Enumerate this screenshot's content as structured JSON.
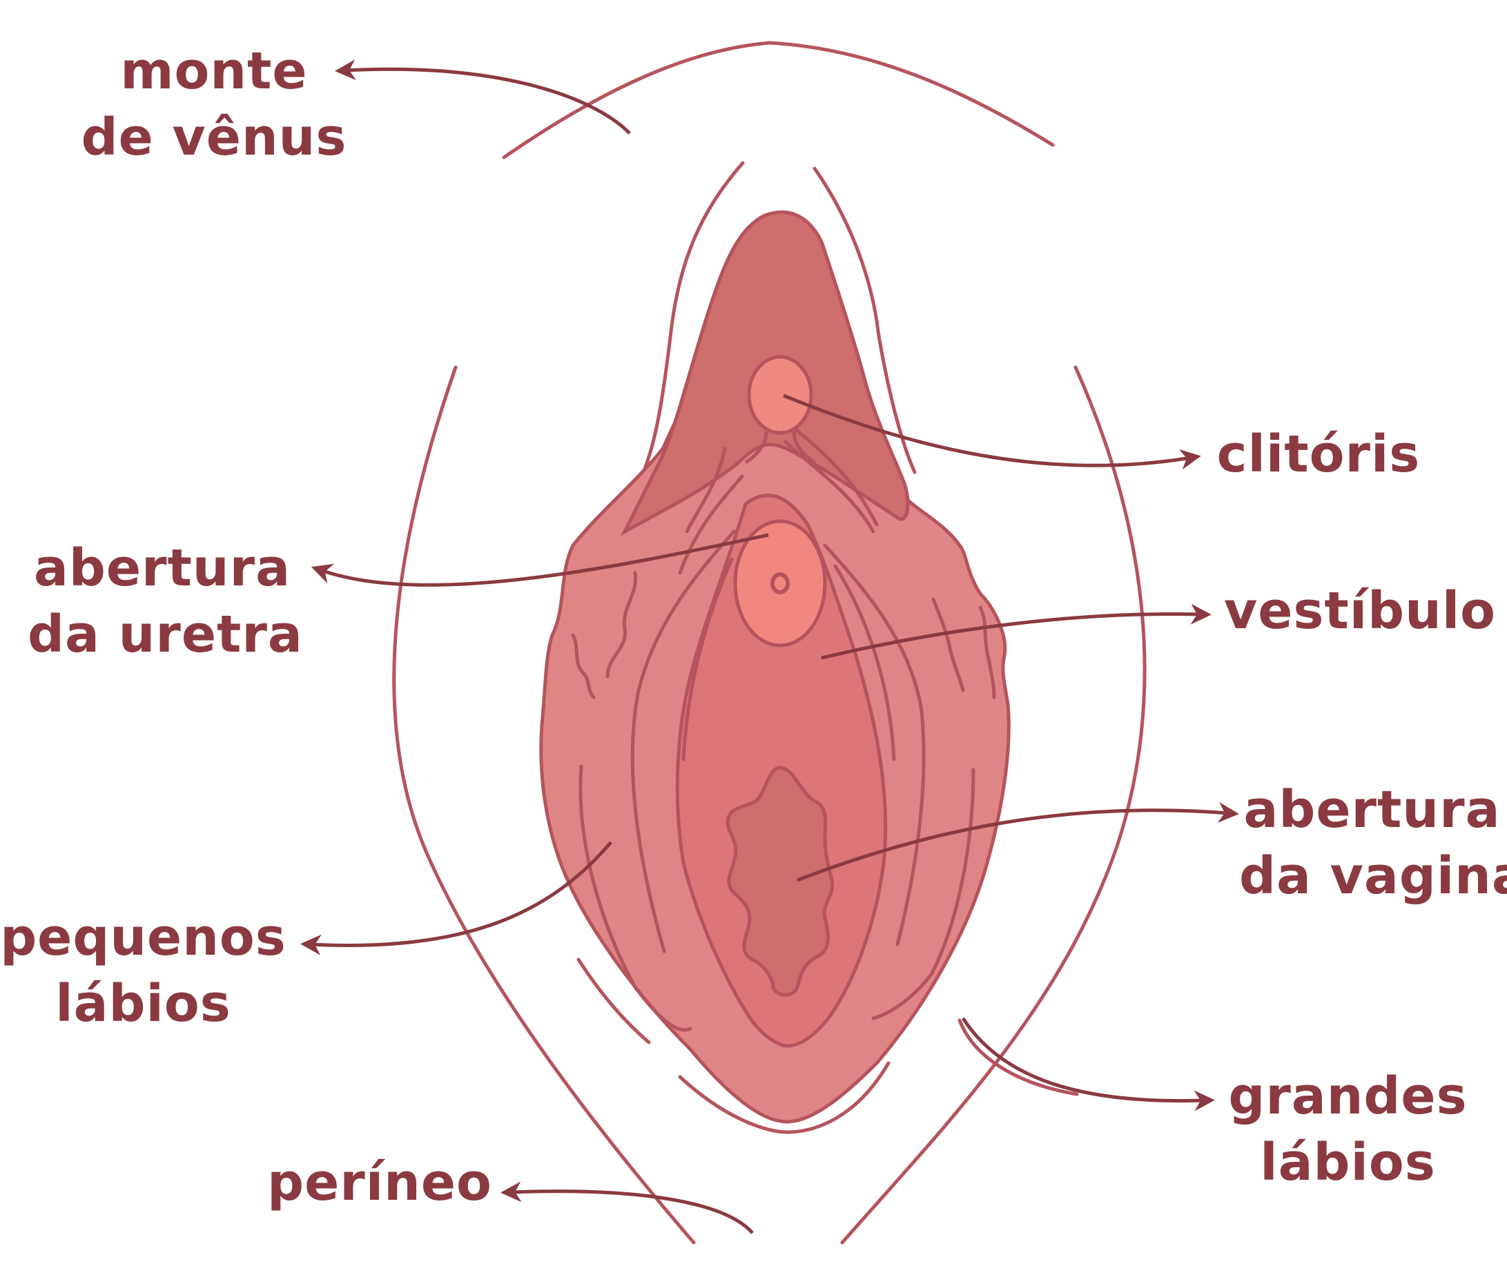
{
  "colors": {
    "outline": "#b5545c",
    "label_text": "#8a3a40",
    "arrow": "#8a3a40",
    "inner_dark": "#cd6d6c",
    "vestibule": "#dc7677",
    "labia_minora": "#e08585",
    "clitoris_fill": "#ef8a80",
    "urethra_fill": "#f08880"
  },
  "labels": {
    "monte_venus": [
      "monte",
      "de vênus"
    ],
    "uretra": [
      "abertura",
      "da uretra"
    ],
    "pequenos_labios": [
      "pequenos",
      "lábios"
    ],
    "perineo": [
      "períneo"
    ],
    "clitoris": [
      "clitóris"
    ],
    "vestibulo": [
      "vestíbulo"
    ],
    "vagina": [
      "abertura",
      "da vagina"
    ],
    "grandes_labios": [
      "grandes",
      "lábios"
    ]
  }
}
